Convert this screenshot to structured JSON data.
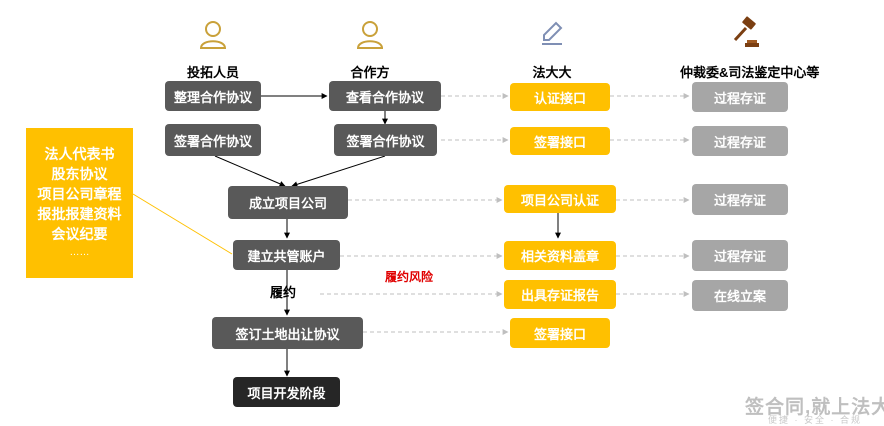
{
  "headers": {
    "investor": "投拓人员",
    "partner": "合作方",
    "fadada": "法大大",
    "arbitration": "仲裁委&司法鉴定中心等"
  },
  "icons": {
    "investor": "person-icon",
    "partner": "person-icon",
    "fadada": "pen-icon",
    "arbitration": "gavel-icon"
  },
  "colors": {
    "dark": "#595959",
    "black": "#262626",
    "yellow": "#ffc000",
    "gray": "#a6a6a6",
    "risk": "#e00000"
  },
  "investor_col": {
    "organize": "整理合作协议",
    "sign": "签署合作协议"
  },
  "partner_col": {
    "view": "查看合作协议",
    "sign": "签署合作协议"
  },
  "main_flow": {
    "establish": "成立项目公司",
    "joint_account": "建立共管账户",
    "performance": "履约",
    "land_transfer": "签订土地出让协议",
    "development": "项目开发阶段"
  },
  "fadada_col": {
    "auth_api": "认证接口",
    "sign_api": "签署接口",
    "company_auth": "项目公司认证",
    "seal_docs": "相关资料盖章",
    "evidence_report": "出具存证报告",
    "sign_api_2": "签署接口"
  },
  "arb_col": {
    "evidence_1": "过程存证",
    "evidence_2": "过程存证",
    "evidence_3": "过程存证",
    "evidence_4": "过程存证",
    "online_filing": "在线立案"
  },
  "risk_label": "履约风险",
  "side_docs": {
    "lines": [
      "法人代表书",
      "股东协议",
      "项目公司章程",
      "报批报建资料",
      "会议纪要"
    ],
    "ellipsis": "……"
  },
  "watermark": {
    "slogan": "签合同,就上法大大",
    "tagline": "便捷 · 安全 · 合规"
  }
}
